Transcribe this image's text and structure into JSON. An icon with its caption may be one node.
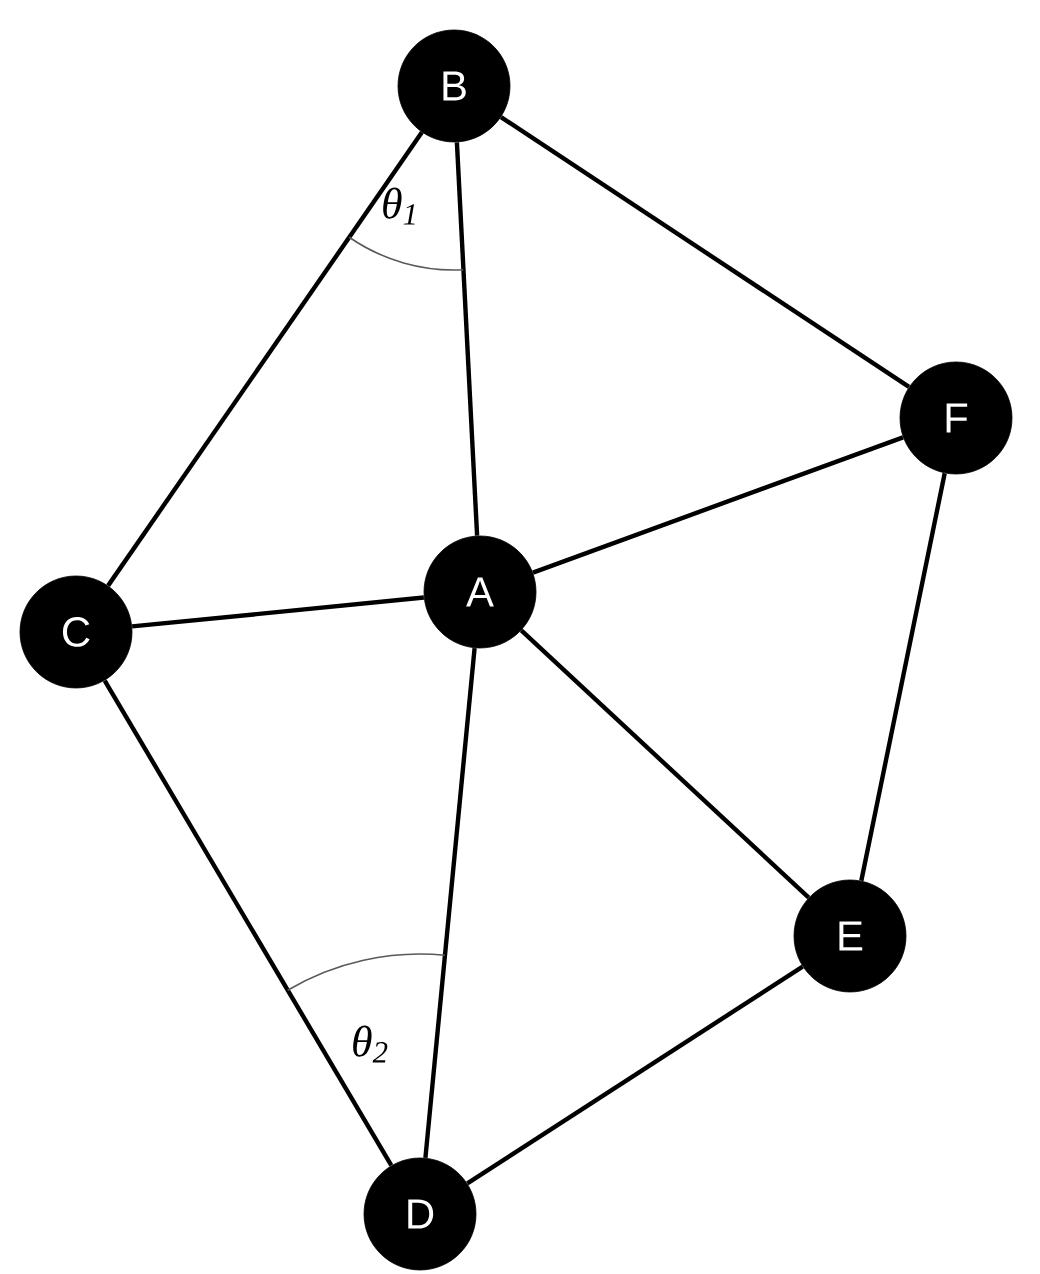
{
  "diagram": {
    "nodes": [
      {
        "text": [
          "B"
        ]
      },
      {
        "text": [
          "F"
        ]
      },
      {
        "text": [
          "C"
        ]
      },
      {
        "text": [
          "A"
        ]
      },
      {
        "text": [
          "E"
        ]
      },
      {
        "text": [
          "D"
        ]
      }
    ],
    "edges": [
      {
        "from": 0,
        "to": 2,
        "arrow": "none"
      },
      {
        "from": 0,
        "to": 3,
        "arrow": "none"
      },
      {
        "from": 0,
        "to": 1,
        "arrow": "none"
      },
      {
        "from": 2,
        "to": 3,
        "arrow": "none"
      },
      {
        "from": 3,
        "to": 1,
        "arrow": "none"
      },
      {
        "from": 1,
        "to": 4,
        "arrow": "none"
      },
      {
        "from": 3,
        "to": 4,
        "arrow": "none"
      },
      {
        "from": 3,
        "to": 5,
        "arrow": "none"
      },
      {
        "from": 2,
        "to": 5,
        "arrow": "none"
      },
      {
        "from": 5,
        "to": 4,
        "arrow": "none"
      }
    ],
    "labels": [
      "θ$_{1}$",
      "θ$_{2}$"
    ]
  }
}
